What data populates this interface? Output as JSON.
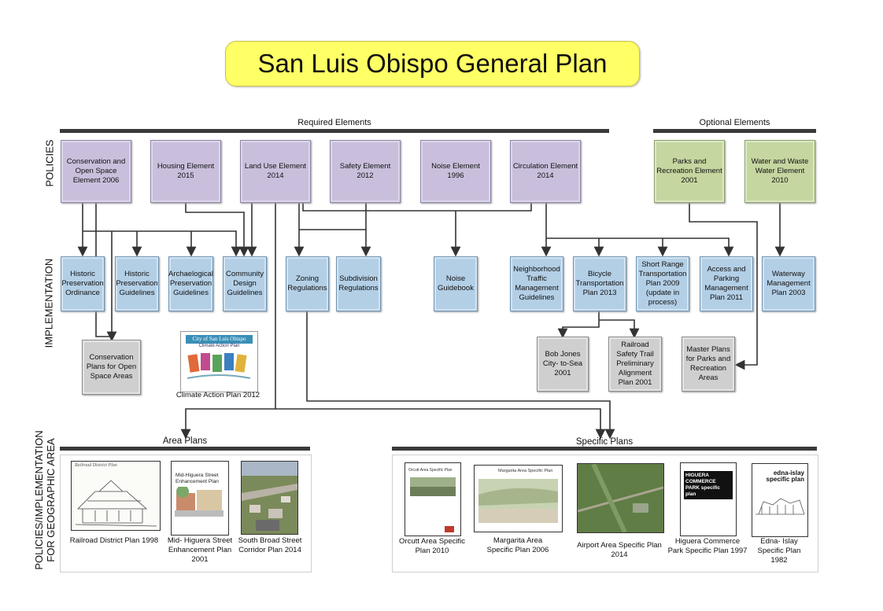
{
  "title": "San Luis Obispo General Plan",
  "sections": {
    "required": "Required Elements",
    "optional": "Optional Elements",
    "area_plans": "Area Plans",
    "specific_plans": "Specific Plans"
  },
  "row_labels": {
    "policies": "POLICIES",
    "implementation": "IMPLEMENTATION",
    "geo_line1": "POLICIES/IMPLEMENTATION",
    "geo_line2": "FOR GEOGRAPHIC AREA"
  },
  "elements": [
    {
      "id": "conservation",
      "label": "Conservation and Open Space Element 2006"
    },
    {
      "id": "housing",
      "label": "Housing Element 2015"
    },
    {
      "id": "landuse",
      "label": "Land Use Element 2014"
    },
    {
      "id": "safety",
      "label": "Safety Element 2012"
    },
    {
      "id": "noise",
      "label": "Noise Element 1996"
    },
    {
      "id": "circulation",
      "label": "Circulation Element 2014"
    },
    {
      "id": "parks",
      "label": "Parks and Recreation Element 2001"
    },
    {
      "id": "water",
      "label": "Water and Waste Water Element 2010"
    }
  ],
  "implementation": [
    {
      "id": "hist_ord",
      "label": "Historic Preservation Ordinance"
    },
    {
      "id": "hist_guide",
      "label": "Historic Preservation Guidelines"
    },
    {
      "id": "arch",
      "label": "Archaelogical Preservation Guidelines"
    },
    {
      "id": "community",
      "label": "Community Design Guidelines"
    },
    {
      "id": "zoning",
      "label": "Zoning Regulations"
    },
    {
      "id": "subdivision",
      "label": "Subdivision Regulations"
    },
    {
      "id": "noise_guide",
      "label": "Noise Guidebook"
    },
    {
      "id": "neighborhood",
      "label": "Neighborhood Traffic Management Guidelines"
    },
    {
      "id": "bicycle",
      "label": "Bicycle Transportation Plan 2013"
    },
    {
      "id": "short_range",
      "label": "Short Range Transportation Plan 2009 (update in process)"
    },
    {
      "id": "access",
      "label": "Access and Parking Management Plan 2011"
    },
    {
      "id": "waterway",
      "label": "Waterway Management Plan 2003"
    }
  ],
  "sub_plans": [
    {
      "id": "cons_plans",
      "label": "Conservation Plans for Open Space Areas"
    },
    {
      "id": "bob_jones",
      "label": "Bob Jones City- to-Sea 2001"
    },
    {
      "id": "railroad_trail",
      "label": "Railroad Safety Trail Preliminary Alignment Plan 2001"
    },
    {
      "id": "master_parks",
      "label": "Master Plans for Parks and Recreation Areas"
    }
  ],
  "climate": {
    "cover_title": "City of San Luis Obispo",
    "cover_subtitle": "Climate Action Plan",
    "caption": "Climate Action Plan 2012"
  },
  "area_plans": [
    {
      "cover": "Railroad District Plan",
      "caption": "Railroad District Plan 1998"
    },
    {
      "cover": "Mid-Higuera Street Enhancement Plan",
      "caption": "Mid- Higuera Street Enhancement Plan 2001"
    },
    {
      "cover": "",
      "caption": "South Broad Street Corridor Plan 2014"
    }
  ],
  "specific_plans": [
    {
      "cover": "Orcutt Area Specific Plan",
      "caption": "Orcutt Area Specific Plan 2010"
    },
    {
      "cover": "Margarita Area Specific Plan",
      "caption": "Margarita Area Specific Plan 2006"
    },
    {
      "cover": "",
      "caption": "Airport Area Specific Plan 2014"
    },
    {
      "cover": "HIGUERA COMMERCE PARK specific plan",
      "caption": "Higuera Commerce Park Specific Plan 1997"
    },
    {
      "cover": "edna-islay specific plan",
      "caption": "Edna- Islay Specific Plan 1982"
    }
  ],
  "colors": {
    "title_bg": "#ffff66",
    "element_required": "#c9bfdc",
    "element_optional": "#c5d6a0",
    "implementation": "#b3cfe6",
    "sub_plan": "#cfcfcf"
  }
}
